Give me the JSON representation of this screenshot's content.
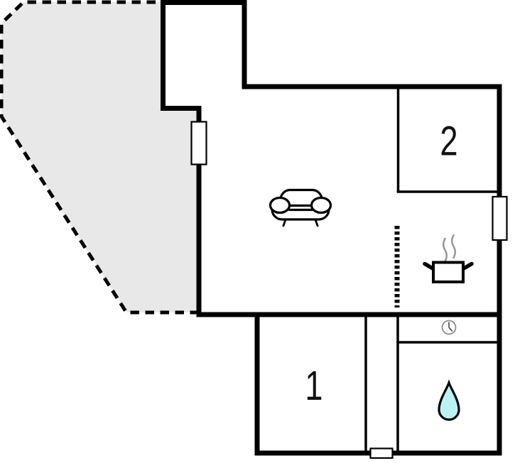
{
  "plan": {
    "rooms": [
      {
        "name": "bedroom-2",
        "label": "2"
      },
      {
        "name": "bedroom-1",
        "label": "1"
      }
    ],
    "areas": {
      "terrace": "terrace-dashed-area",
      "living": "living-area",
      "kitchen": "kitchen-area",
      "bathroom": "bathroom-area",
      "hallway": "hallway-area"
    },
    "icons": {
      "living": "sofa-icon",
      "kitchen": "stove-pot-icon",
      "utility": "clock-icon",
      "bathroom": "water-drop-icon"
    },
    "colors": {
      "wall": "#000000",
      "background": "#ffffff",
      "terrace_fill": "#e8e8e8",
      "water_drop_fill": "#bbf3f5",
      "steam_stroke": "#999999",
      "clock_outline": "#8c8c8c",
      "label_color": "#111111",
      "window_fill": "#ffffff"
    }
  }
}
